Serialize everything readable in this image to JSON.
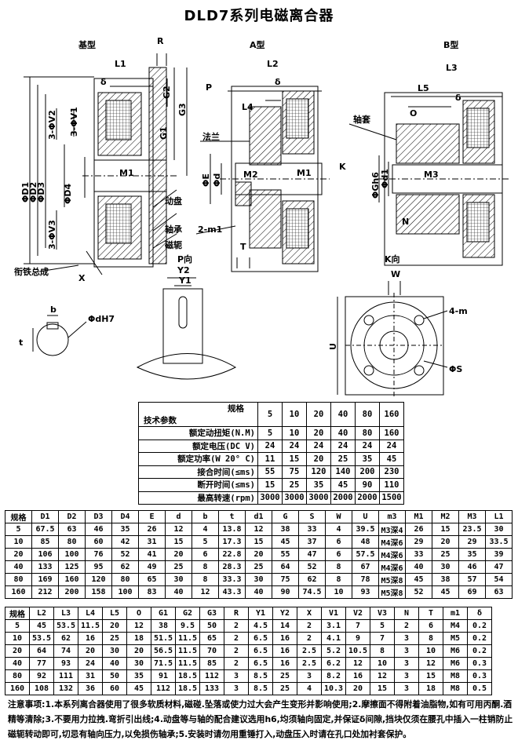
{
  "title": "DLD7系列电磁离合器",
  "drawing_labels": {
    "base": "基型",
    "a": "A型",
    "b": "B型",
    "R": "R",
    "L1": "L1",
    "L2": "L2",
    "L3": "L3",
    "L4": "L4",
    "L5": "L5",
    "G1": "G1",
    "G2": "G2",
    "G3": "G3",
    "delta": "δ",
    "P": "P",
    "K": "K",
    "O": "O",
    "N": "N",
    "T": "T",
    "D1": "ΦD1",
    "D2": "ΦD2",
    "D3": "ΦD3",
    "D4": "ΦD4",
    "V1": "3-ΦV1",
    "V2": "3-ΦV2",
    "V3": "3-ΦV3",
    "M1": "M1",
    "M2": "M2",
    "M3": "M3",
    "m1": "2-m1",
    "E": "ΦE",
    "d": "Φd",
    "d1": "Φd1",
    "dh6": "ΦGh6",
    "X": "X",
    "falan": "法兰",
    "zhoutao": "轴套",
    "dongpan": "动盘",
    "zhoucheng": "轴承",
    "cie": "磁轭",
    "xiantie": "衔铁总成",
    "pview": "P向",
    "kview": "K向",
    "Y1": "Y1",
    "Y2": "Y2",
    "W": "W",
    "b_lab": "b",
    "t_lab": "t",
    "dH7": "ΦdH7",
    "U": "U",
    "fourm": "4-m",
    "S": "ΦS"
  },
  "tech": {
    "corner_top": "规格",
    "corner_bottom": "技术参数",
    "specs": [
      "5",
      "10",
      "20",
      "40",
      "80",
      "160"
    ],
    "rows": [
      {
        "label": "额定动扭矩(N.M)",
        "values": [
          "5",
          "10",
          "20",
          "40",
          "80",
          "160"
        ]
      },
      {
        "label": "额定电压(DC V)",
        "values": [
          "24",
          "24",
          "24",
          "24",
          "24",
          "24"
        ]
      },
      {
        "label": "额定功率(W 20° C)",
        "values": [
          "11",
          "15",
          "20",
          "25",
          "35",
          "45"
        ]
      },
      {
        "label": "接合时间(≤ms)",
        "values": [
          "55",
          "75",
          "120",
          "140",
          "200",
          "230"
        ]
      },
      {
        "label": "断开时间(≤ms)",
        "values": [
          "15",
          "25",
          "35",
          "45",
          "90",
          "110"
        ]
      },
      {
        "label": "最高转速(rpm)",
        "values": [
          "3000",
          "3000",
          "3000",
          "2000",
          "2000",
          "1500"
        ]
      }
    ]
  },
  "dim1": {
    "headers": [
      "规格",
      "D1",
      "D2",
      "D3",
      "D4",
      "E",
      "d",
      "b",
      "t",
      "d1",
      "G",
      "S",
      "W",
      "U",
      "m3",
      "M1",
      "M2",
      "M3",
      "L1"
    ],
    "rows": [
      [
        "5",
        "67.5",
        "63",
        "46",
        "35",
        "26",
        "12",
        "4",
        "13.8",
        "12",
        "38",
        "33",
        "4",
        "39.5",
        "M3深4",
        "26",
        "15",
        "23.5",
        "30"
      ],
      [
        "10",
        "85",
        "80",
        "60",
        "42",
        "31",
        "15",
        "5",
        "17.3",
        "15",
        "45",
        "37",
        "6",
        "48",
        "M4深6",
        "29",
        "20",
        "29",
        "33.5"
      ],
      [
        "20",
        "106",
        "100",
        "76",
        "52",
        "41",
        "20",
        "6",
        "22.8",
        "20",
        "55",
        "47",
        "6",
        "57.5",
        "M4深6",
        "33",
        "25",
        "35",
        "39"
      ],
      [
        "40",
        "133",
        "125",
        "95",
        "62",
        "49",
        "25",
        "8",
        "28.3",
        "25",
        "64",
        "52",
        "8",
        "67",
        "M4深6",
        "40",
        "30",
        "46",
        "47"
      ],
      [
        "80",
        "169",
        "160",
        "120",
        "80",
        "65",
        "30",
        "8",
        "33.3",
        "30",
        "75",
        "62",
        "8",
        "78",
        "M5深8",
        "45",
        "38",
        "57",
        "54"
      ],
      [
        "160",
        "212",
        "200",
        "158",
        "100",
        "83",
        "40",
        "12",
        "43.3",
        "40",
        "90",
        "74.5",
        "10",
        "93",
        "M5深8",
        "52",
        "45",
        "69",
        "63"
      ]
    ]
  },
  "dim2": {
    "headers": [
      "规格",
      "L2",
      "L3",
      "L4",
      "L5",
      "O",
      "G1",
      "G2",
      "G3",
      "R",
      "Y1",
      "Y2",
      "X",
      "V1",
      "V2",
      "V3",
      "N",
      "T",
      "m1",
      "δ"
    ],
    "rows": [
      [
        "5",
        "45",
        "53.5",
        "11.5",
        "20",
        "12",
        "38",
        "9.5",
        "50",
        "2",
        "4.5",
        "14",
        "2",
        "3.1",
        "7",
        "5",
        "2",
        "6",
        "M4",
        "0.2"
      ],
      [
        "10",
        "53.5",
        "62",
        "16",
        "25",
        "18",
        "51.5",
        "11.5",
        "65",
        "2",
        "6.5",
        "16",
        "2",
        "4.1",
        "9",
        "7",
        "3",
        "8",
        "M5",
        "0.2"
      ],
      [
        "20",
        "64",
        "74",
        "20",
        "30",
        "20",
        "56.5",
        "11.5",
        "70",
        "2",
        "6.5",
        "16",
        "2.5",
        "5.2",
        "10.5",
        "8",
        "3",
        "10",
        "M6",
        "0.2"
      ],
      [
        "40",
        "77",
        "93",
        "24",
        "40",
        "30",
        "71.5",
        "11.5",
        "85",
        "2",
        "6.5",
        "16",
        "2.5",
        "6.2",
        "12",
        "10",
        "3",
        "12",
        "M6",
        "0.3"
      ],
      [
        "80",
        "92",
        "111",
        "31",
        "50",
        "35",
        "91",
        "18.5",
        "112",
        "3",
        "8.5",
        "25",
        "3",
        "8.2",
        "16",
        "12",
        "3",
        "15",
        "M8",
        "0.3"
      ],
      [
        "160",
        "108",
        "132",
        "36",
        "60",
        "45",
        "112",
        "18.5",
        "133",
        "3",
        "8.5",
        "25",
        "4",
        "10.3",
        "20",
        "15",
        "3",
        "18",
        "M8",
        "0.5"
      ]
    ]
  },
  "notes": "注意事项:1.本系列离合器使用了很多软质材料,磁碰.坠落或使力过大会产生变形并影响使用;2.摩擦面不得附着油脂物,如有可用丙酮.酒精等清除;3.不要用力拉拽.弯折引出线;4.动盘等与轴的配合建议选用h6,均须轴向固定,并保证δ间隙,挡块仅须在腰孔中插入一柱销防止磁轭转动即可,切忌有轴向压力,以免损伤轴承;5.安装时请勿用重锤打入,动盘压入时请在孔口处加衬套保护。"
}
